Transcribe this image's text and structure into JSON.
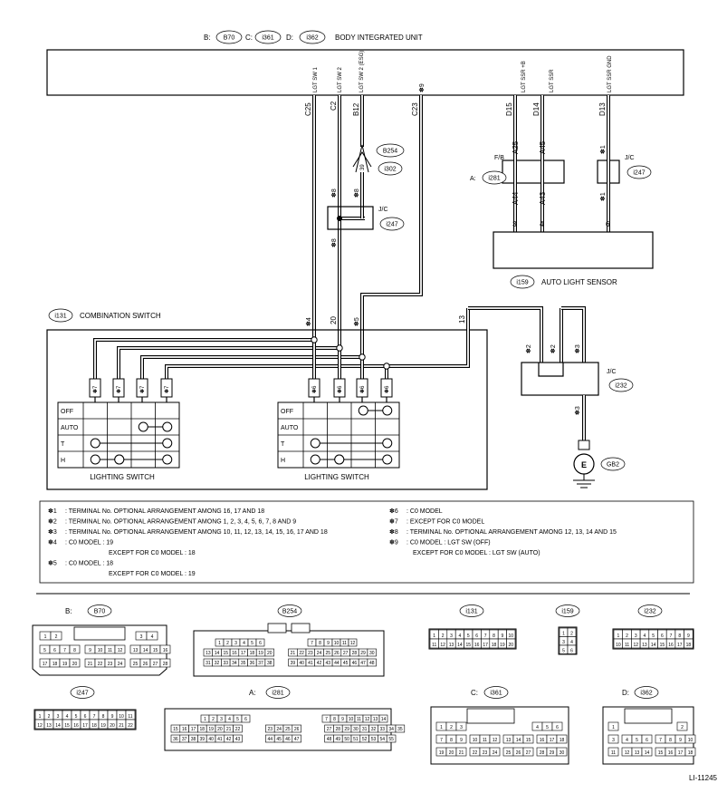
{
  "title": "BODY INTEGRATED UNIT",
  "header_connectors": [
    {
      "prefix": "B:",
      "code": "B70"
    },
    {
      "prefix": "C:",
      "code": "i361"
    },
    {
      "prefix": "D:",
      "code": "i362"
    }
  ],
  "biu_terms": {
    "lgt_sw1": "LGT SW 1",
    "lgt_sw2": "LGT SW 2",
    "lgt_sw2_esg": "LGT SW 2 (ESG)",
    "star9": "✽9",
    "ssr_b": "LGT SSR +B",
    "ssr": "LGT SSR",
    "ssr_gnd": "LGT SSR GND"
  },
  "pins": {
    "c25": "C25",
    "c2": "C2",
    "b12": "B12",
    "c23": "C23",
    "d15": "D15",
    "d14": "D14",
    "d13": "D13",
    "a25": "A25",
    "a45": "A45",
    "a44": "A44",
    "a43": "A43",
    "p3": "3",
    "p4": "4",
    "p6": "6",
    "p20": "20",
    "p13": "13",
    "p39": "39"
  },
  "connectors": {
    "b254": "B254",
    "i302": "i302",
    "i247": "i247",
    "i281": "i281",
    "i159": "i159",
    "i131": "i131",
    "i232": "i232",
    "gb2": "GB2",
    "jc": "J/C",
    "fb": "F/B",
    "a_prefix": "A:"
  },
  "labels": {
    "auto_light_sensor": "AUTO LIGHT SENSOR",
    "combination_switch": "COMBINATION SWITCH",
    "lighting_switch": "LIGHTING SWITCH",
    "ground": "E",
    "doc_id": "LI-11245"
  },
  "stars": {
    "s1": "✽1",
    "s2": "✽2",
    "s3": "✽3",
    "s4": "✽4",
    "s5": "✽5",
    "s6": "✽6",
    "s7": "✽7",
    "s8": "✽8"
  },
  "switch_positions": [
    "OFF",
    "AUTO",
    "T",
    "H"
  ],
  "notes_left": [
    {
      "key": "✽1",
      "text": ": TERMINAL No. OPTIONAL ARRANGEMENT AMONG 16, 17 AND 18"
    },
    {
      "key": "✽2",
      "text": ": TERMINAL No. OPTIONAL ARRANGEMENT AMONG 1, 2, 3, 4, 5, 6, 7, 8 AND 9"
    },
    {
      "key": "✽3",
      "text": ": TERMINAL No. OPTIONAL ARRANGEMENT AMONG 10, 11, 12, 13, 14, 15, 16, 17 AND 18"
    },
    {
      "key": "✽4",
      "text": ": C0 MODEL  : 19"
    },
    {
      "key": "",
      "text": "EXCEPT FOR C0 MODEL  : 18"
    },
    {
      "key": "✽5",
      "text": ": C0 MODEL  : 18"
    },
    {
      "key": "",
      "text": "EXCEPT FOR C0 MODEL  : 19"
    }
  ],
  "notes_right": [
    {
      "key": "✽6",
      "text": ": C0 MODEL"
    },
    {
      "key": "✽7",
      "text": ": EXCEPT FOR C0 MODEL"
    },
    {
      "key": "✽8",
      "text": ": TERMINAL No. OPTIONAL ARRANGEMENT AMONG 12, 13, 14 AND 15"
    },
    {
      "key": "✽9",
      "text": ": C0 MODEL  : LGT SW (OFF)"
    },
    {
      "key": "",
      "text": "EXCEPT FOR C0 MODEL  : LGT SW (AUTO)"
    }
  ],
  "connector_views": {
    "b70": {
      "prefix": "B:",
      "code": "B70",
      "rows": [
        [
          "1",
          "2"
        ],
        [
          "3",
          "4"
        ],
        [
          "5",
          "6",
          "7",
          "8",
          "9",
          "10",
          "11",
          "12",
          "13",
          "14",
          "15",
          "16"
        ],
        [
          "17",
          "18",
          "19",
          "20",
          "21",
          "22",
          "23",
          "24",
          "25",
          "26",
          "27",
          "28"
        ]
      ]
    },
    "b254": {
      "code": "B254",
      "rows": [
        [
          "1",
          "2",
          "3",
          "4",
          "5",
          "6",
          "7",
          "8",
          "9",
          "10",
          "11",
          "12"
        ],
        [
          "13",
          "14",
          "15",
          "16",
          "17",
          "18",
          "19",
          "20",
          "21",
          "22",
          "23",
          "24",
          "25",
          "26",
          "27",
          "28",
          "29",
          "30"
        ],
        [
          "31",
          "32",
          "33",
          "34",
          "35",
          "36",
          "37",
          "38",
          "39",
          "40",
          "41",
          "42",
          "43",
          "44",
          "45",
          "46",
          "47",
          "48"
        ]
      ]
    },
    "i131": {
      "code": "i131",
      "rows": [
        [
          "1",
          "2",
          "3",
          "4",
          "5",
          "6",
          "7",
          "8",
          "9",
          "10"
        ],
        [
          "11",
          "12",
          "13",
          "14",
          "15",
          "16",
          "17",
          "18",
          "19",
          "20"
        ]
      ]
    },
    "i159": {
      "code": "i159",
      "rows": [
        [
          "1",
          "2"
        ],
        [
          "3",
          "4"
        ],
        [
          "5",
          "6"
        ]
      ]
    },
    "i232": {
      "code": "i232",
      "rows": [
        [
          "1",
          "2",
          "3",
          "4",
          "5",
          "6",
          "7",
          "8",
          "9"
        ],
        [
          "10",
          "11",
          "12",
          "13",
          "14",
          "15",
          "16",
          "17",
          "18"
        ]
      ]
    },
    "i247": {
      "code": "i247",
      "rows": [
        [
          "1",
          "2",
          "3",
          "4",
          "5",
          "6",
          "7",
          "8",
          "9",
          "10",
          "11"
        ],
        [
          "12",
          "13",
          "14",
          "15",
          "16",
          "17",
          "18",
          "19",
          "20",
          "21",
          "22"
        ]
      ]
    },
    "i281": {
      "prefix": "A:",
      "code": "i281",
      "rows": [
        [
          "1",
          "2",
          "3",
          "4",
          "5",
          "6",
          "7",
          "8",
          "9",
          "10",
          "11",
          "12",
          "13",
          "14"
        ],
        [
          "15",
          "16",
          "17",
          "18",
          "19",
          "20",
          "21",
          "22",
          "23",
          "24",
          "25",
          "26",
          "27",
          "28",
          "29",
          "30",
          "31",
          "32",
          "33",
          "34",
          "35"
        ],
        [
          "36",
          "37",
          "38",
          "39",
          "40",
          "41",
          "42",
          "43",
          "44",
          "45",
          "46",
          "47",
          "48",
          "49",
          "50",
          "51",
          "52",
          "53",
          "54",
          "55"
        ]
      ]
    },
    "i361": {
      "prefix": "C:",
      "code": "i361",
      "rows": [
        [
          "1",
          "2",
          "3",
          "4",
          "5",
          "6"
        ],
        [
          "7",
          "8",
          "9",
          "10",
          "11",
          "12",
          "13",
          "14",
          "15",
          "16",
          "17",
          "18"
        ],
        [
          "19",
          "20",
          "21",
          "22",
          "23",
          "24",
          "25",
          "26",
          "27",
          "28",
          "29",
          "30"
        ]
      ]
    },
    "i362": {
      "prefix": "D:",
      "code": "i362",
      "rows": [
        [
          "1",
          "2"
        ],
        [
          "3",
          "4",
          "5",
          "6",
          "7",
          "8",
          "9",
          "10"
        ],
        [
          "11",
          "12",
          "13",
          "14",
          "15",
          "16",
          "17",
          "18"
        ]
      ]
    }
  }
}
